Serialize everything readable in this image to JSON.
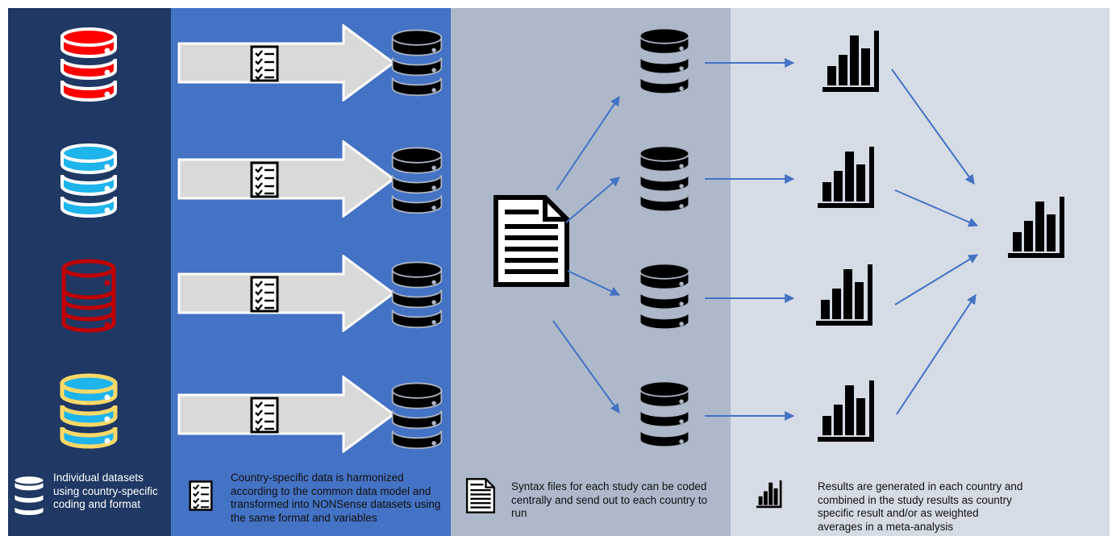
{
  "colors": {
    "panel1": "#1f3864",
    "panel2": "#4472c4",
    "panel3": "#adb9ca",
    "panel4": "#d6dce5",
    "arrow_line": "#4472c4",
    "db_red": "#ff0000",
    "db_blue": "#1eb4ec",
    "db_darkred": "#c00000",
    "db_yellow_ring": "#ffd966",
    "db_black": "#000000"
  },
  "icons": {
    "source_databases": [
      "red-database-icon",
      "blue-database-icon",
      "outlined-red-database-icon",
      "blue-yellow-database-icon"
    ],
    "harmonize_arrow": "large-arrow-icon",
    "checklist": "checklist-icon",
    "syntax_file": "document-icon",
    "country_database": "database-icon",
    "results": "bar-chart-icon"
  },
  "captions": {
    "datasets": "Individual datasets using country-specific coding and format",
    "harmonized": "Country-specific data is harmonized according to the common data model and transformed into NONSense datasets using the same format and variables",
    "syntax": "Syntax files for each study can be coded centrally and send out to each country to run",
    "results": "Results are generated in each country and combined in the study results as country specific result and/or as weighted averages in a meta-analysis"
  }
}
